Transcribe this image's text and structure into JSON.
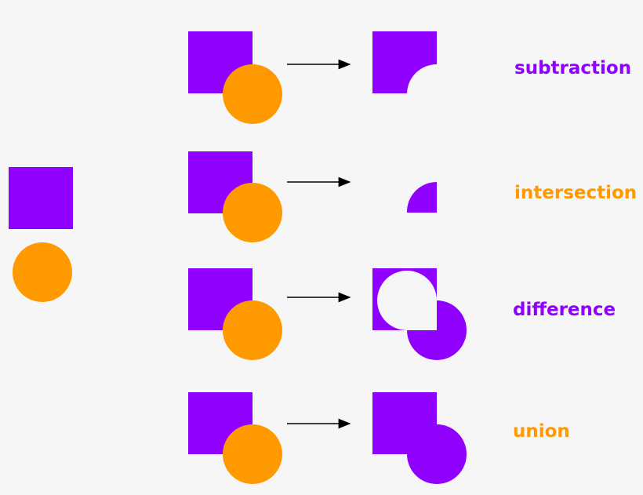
{
  "colors": {
    "background": "#f6f6f6",
    "purple": "#9000ff",
    "orange": "#ff9900",
    "arrow": "#000000"
  },
  "operations": [
    {
      "label": "subtraction",
      "label_color": "#9000ff"
    },
    {
      "label": "intersection",
      "label_color": "#ff9900"
    },
    {
      "label": "difference",
      "label_color": "#9000ff"
    },
    {
      "label": "union",
      "label_color": "#ff9900"
    }
  ]
}
